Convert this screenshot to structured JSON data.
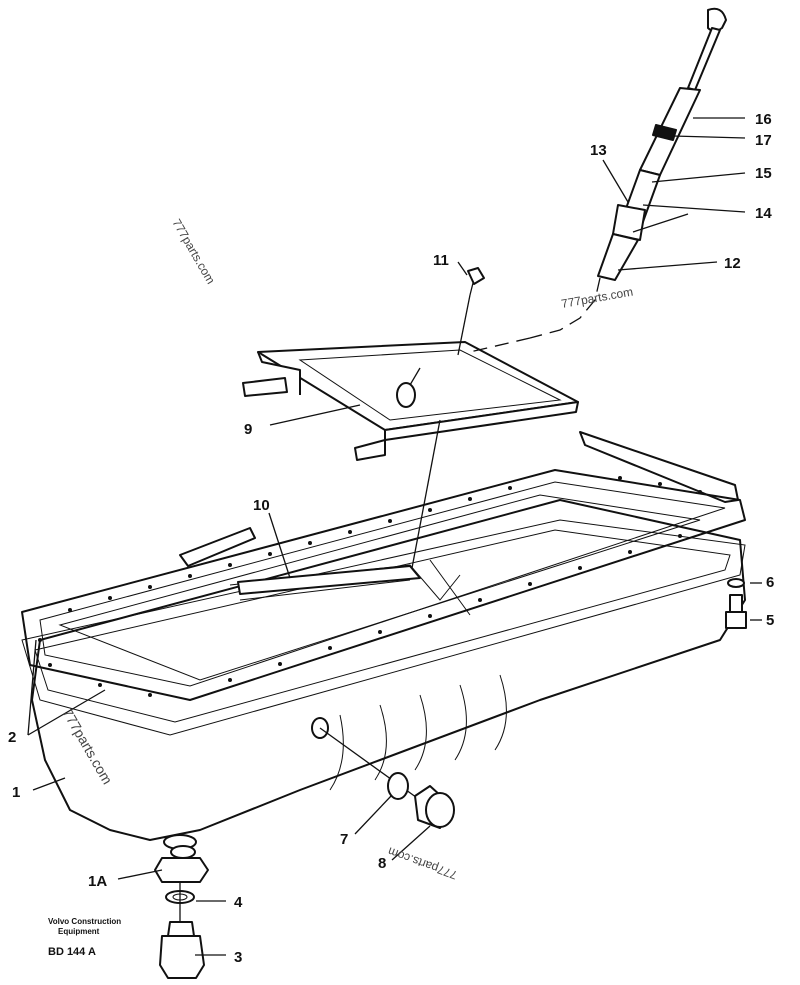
{
  "callouts": {
    "c1": "1",
    "c1a": "1A",
    "c2": "2",
    "c3": "3",
    "c4": "4",
    "c5": "5",
    "c6": "6",
    "c7": "7",
    "c8": "8",
    "c9": "9",
    "c10": "10",
    "c11": "11",
    "c12": "12",
    "c13": "13",
    "c14": "14",
    "c15": "15",
    "c16": "16",
    "c17": "17"
  },
  "watermarks": {
    "w1": "777parts.com",
    "w2": "777parts.com",
    "w3": "777parts.com",
    "w4": "777parts.com"
  },
  "caption": {
    "line1": "Volvo Construction",
    "line2": "Equipment",
    "code": "BD 144 A"
  }
}
